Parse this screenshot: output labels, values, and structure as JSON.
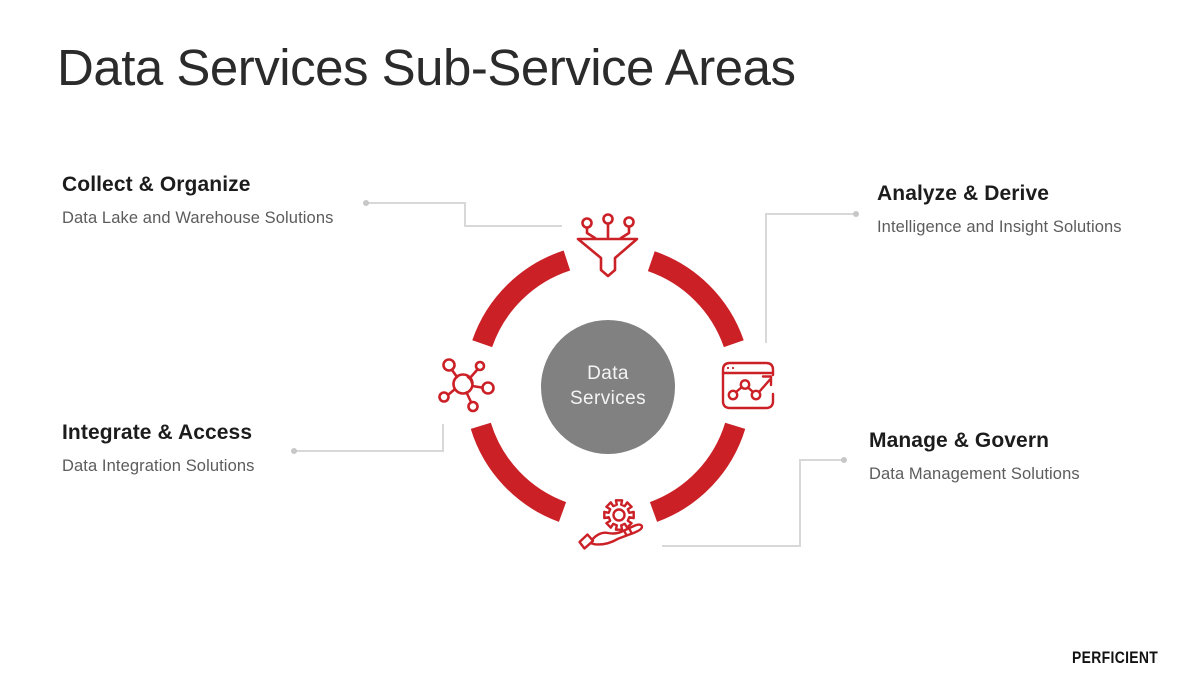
{
  "title": "Data Services Sub-Service Areas",
  "center_node": {
    "line1": "Data",
    "line2": "Services"
  },
  "areas": [
    {
      "title": "Collect & Organize",
      "subtitle": "Data Lake and Warehouse Solutions",
      "icon": "funnel-circuit-icon",
      "position": "top-left"
    },
    {
      "title": "Analyze & Derive",
      "subtitle": "Intelligence and Insight Solutions",
      "icon": "browser-analytics-icon",
      "position": "top-right"
    },
    {
      "title": "Integrate & Access",
      "subtitle": "Data Integration Solutions",
      "icon": "network-nodes-icon",
      "position": "middle-left"
    },
    {
      "title": "Manage & Govern",
      "subtitle": "Data Management Solutions",
      "icon": "hand-gear-icon",
      "position": "middle-right"
    }
  ],
  "logo_text": "PERFICIENT",
  "colors": {
    "accent_red": "#cb2026",
    "center_gray": "#818181",
    "connector_gray": "#d8d8d8",
    "heading_text": "#1c1c1c",
    "subtitle_text": "#5c5c5c",
    "logo_black": "#121212"
  }
}
